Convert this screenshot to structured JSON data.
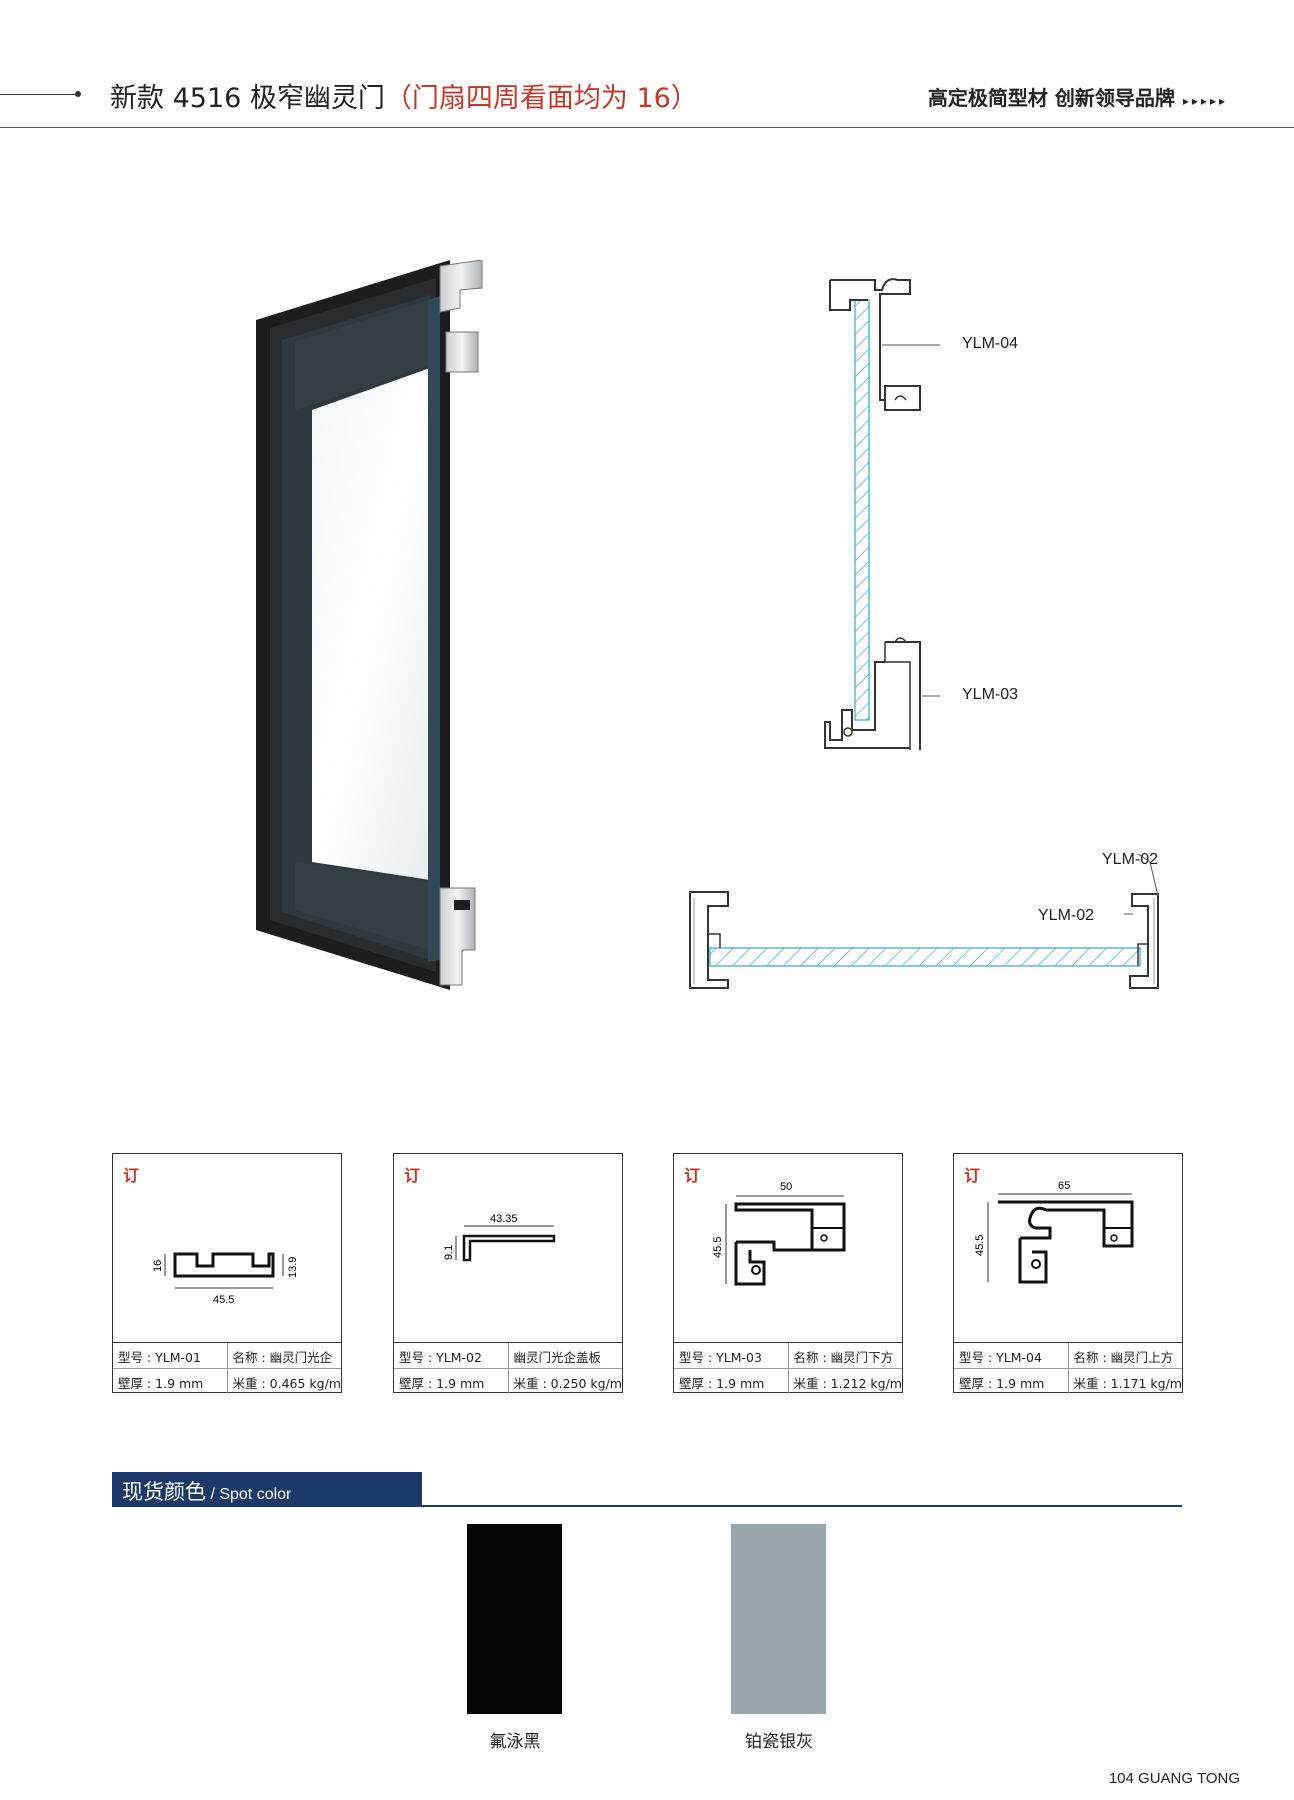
{
  "header": {
    "title": "新款 4516 极窄幽灵门",
    "title_sub": "（门扇四周看面均为 16）",
    "slogan": "高定极简型材  创新领导品牌",
    "arrows": "▸▸▸▸▸"
  },
  "sections": {
    "vertical_labels": [
      "YLM-04",
      "YLM-03"
    ],
    "horizontal_labels": [
      "YLM-02",
      "YLM-02"
    ]
  },
  "cards": [
    {
      "tag": "订",
      "model": "型号 : YLM-01",
      "name": "名称 : 幽灵门光企",
      "thickness": "壁厚 : 1.9 mm",
      "weight": "米重 : 0.465 kg/m",
      "dims": [
        "16",
        "13.9",
        "45.5"
      ]
    },
    {
      "tag": "订",
      "model": "型号 : YLM-02",
      "name": "幽灵门光企盖板",
      "thickness": "壁厚 : 1.9 mm",
      "weight": "米重 : 0.250 kg/m",
      "dims": [
        "43.35",
        "9.1"
      ]
    },
    {
      "tag": "订",
      "model": "型号 : YLM-03",
      "name": "名称 : 幽灵门下方",
      "thickness": "壁厚 : 1.9 mm",
      "weight": "米重 : 1.212 kg/m",
      "dims": [
        "50",
        "45.5"
      ]
    },
    {
      "tag": "订",
      "model": "型号 : YLM-04",
      "name": "名称 : 幽灵门上方",
      "thickness": "壁厚 : 1.9 mm",
      "weight": "米重 : 1.171 kg/m",
      "dims": [
        "65",
        "45.5"
      ]
    }
  ],
  "spot_color": {
    "title_zh": "现货颜色",
    "title_en": " / Spot color",
    "swatches": [
      {
        "label": "氟泳黑",
        "color": "#060606"
      },
      {
        "label": "铂瓷银灰",
        "color": "#9aa6ad"
      }
    ]
  },
  "footer": "104  GUANG TONG"
}
